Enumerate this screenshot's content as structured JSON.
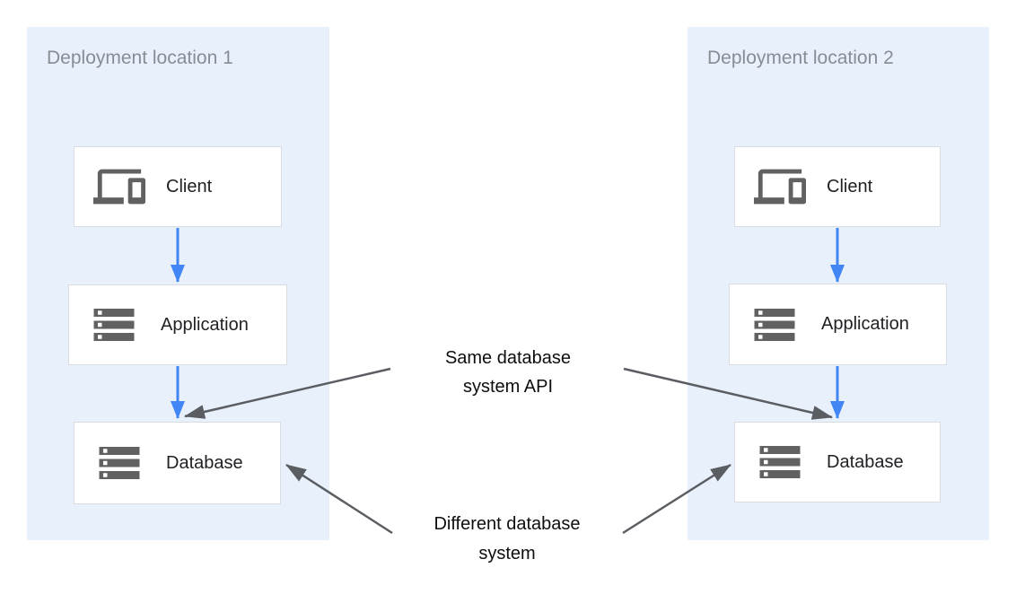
{
  "panels": [
    {
      "title": "Deployment location 1",
      "nodes": [
        {
          "label": "Client",
          "icon": "devices-icon"
        },
        {
          "label": "Application",
          "icon": "storage-icon"
        },
        {
          "label": "Database",
          "icon": "storage-icon"
        }
      ]
    },
    {
      "title": "Deployment location 2",
      "nodes": [
        {
          "label": "Client",
          "icon": "devices-icon"
        },
        {
          "label": "Application",
          "icon": "storage-icon"
        },
        {
          "label": "Database",
          "icon": "storage-icon"
        }
      ]
    }
  ],
  "annotations": {
    "same": {
      "line1": "Same database",
      "line2": "system API"
    },
    "different": {
      "line1": "Different database",
      "line2": "system"
    }
  },
  "connections": [
    {
      "from": "client-1",
      "to": "application-1",
      "style": "blue-arrow"
    },
    {
      "from": "application-1",
      "to": "database-1",
      "style": "blue-arrow"
    },
    {
      "from": "client-2",
      "to": "application-2",
      "style": "blue-arrow"
    },
    {
      "from": "application-2",
      "to": "database-2",
      "style": "blue-arrow"
    },
    {
      "from": "annotation-same",
      "to": "database-1",
      "style": "gray-arrow"
    },
    {
      "from": "annotation-same",
      "to": "database-2",
      "style": "gray-arrow"
    },
    {
      "from": "annotation-different",
      "to": "database-1",
      "style": "gray-arrow"
    },
    {
      "from": "annotation-different",
      "to": "database-2",
      "style": "gray-arrow"
    }
  ],
  "colors": {
    "panel_bg": "#e8f0fc",
    "box_border": "#d9dce0",
    "icon_gray": "#616161",
    "arrow_blue": "#4285f4",
    "arrow_gray": "#5a5d61",
    "panel_title": "#878d93",
    "node_label": "#202124",
    "annotation_text": "#0e0e0e"
  }
}
